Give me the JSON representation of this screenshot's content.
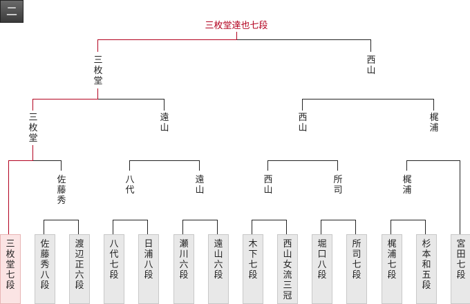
{
  "round_badge": "二",
  "champion": "三枚堂達也七段",
  "finalists": [
    "三枚堂",
    "西山"
  ],
  "semifinalists": [
    "三枚堂",
    "遠山",
    "西山",
    "梶浦"
  ],
  "quarterfinalists": [
    "佐藤秀",
    "八代",
    "遠山",
    "西山",
    "所司",
    "梶浦"
  ],
  "players": [
    "三枚堂七段",
    "佐藤秀八段",
    "渡辺正六段",
    "八代七段",
    "日浦八段",
    "瀬川六段",
    "遠山六段",
    "木下七段",
    "西山女流三冠",
    "堀口八段",
    "所司七段",
    "梶浦七段",
    "杉本和五段",
    "宮田七段"
  ],
  "winning_path_color": "#b2001e"
}
